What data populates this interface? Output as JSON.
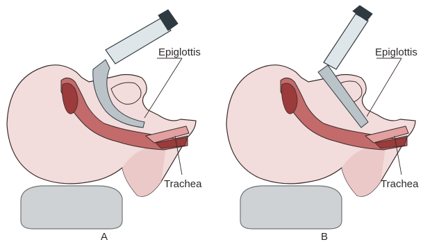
{
  "figure": {
    "panels": [
      {
        "letter": "A",
        "labels": {
          "epiglottis": "Epiglottis",
          "trachea": "Trachea"
        }
      },
      {
        "letter": "B",
        "labels": {
          "epiglottis": "Epiglottis",
          "trachea": "Trachea"
        }
      }
    ]
  },
  "colors": {
    "skin": "#f3dcdc",
    "skin_shade": "#ecc9c9",
    "outline": "#3a2a2a",
    "airway_dark": "#9b3b3b",
    "airway_mid": "#c36a6a",
    "airway_light": "#e3a0a0",
    "handle_dark": "#2f3a40",
    "handle_light": "#dfe6ea",
    "blade": "#b9c3c8",
    "pillow": "#cfd2d4",
    "pillow_edge": "#6f7477"
  }
}
